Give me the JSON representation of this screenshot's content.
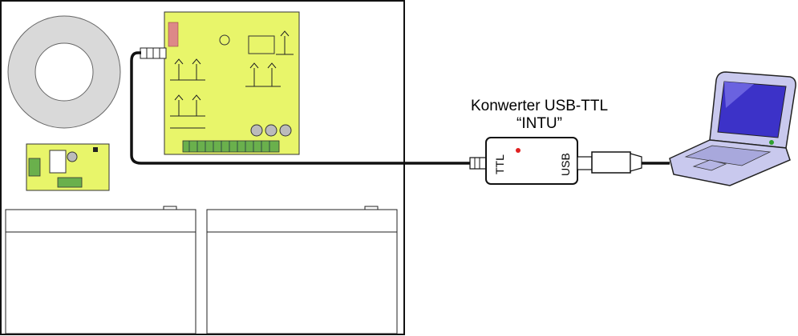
{
  "converter": {
    "title": "Konwerter USB-TTL",
    "subtitle": "“INTU”",
    "port_ttl": "TTL",
    "port_usb": "USB"
  },
  "colors": {
    "pcb": "#e8f56a",
    "cable": "#111111",
    "disc": "#d9d9d9",
    "laptop_frame": "#c9c9ee",
    "laptop_screen": "#3c32c8",
    "led": "#e02020"
  }
}
